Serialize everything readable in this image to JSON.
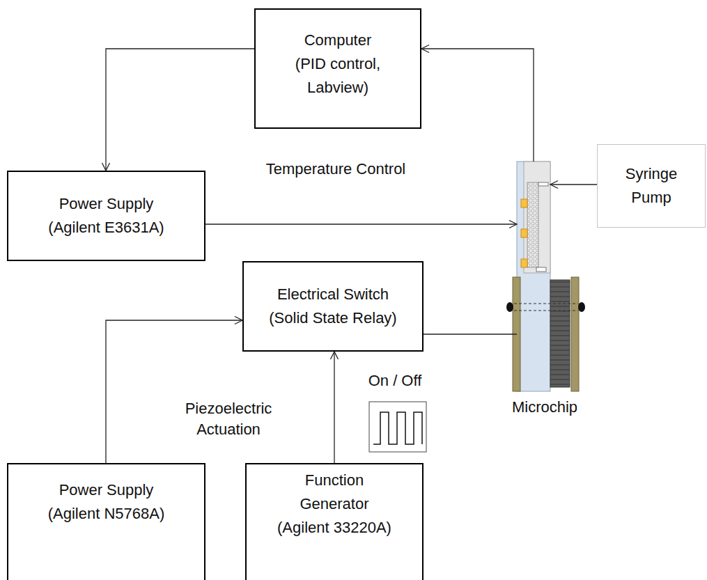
{
  "diagram": {
    "nodes": [
      {
        "text": [
          "Computer (PID control, Labview)"
        ]
      },
      {
        "text": [
          "Power Supply (Agilent E3631A)"
        ]
      },
      {
        "text": [
          "Syringe Pump"
        ]
      },
      {
        "text": [
          "Electrical Switch (Solid State Relay)"
        ]
      },
      {
        "text": [
          "Microchip"
        ]
      },
      {
        "text": [
          "Power Supply (Agilent N5768A)"
        ]
      },
      {
        "text": [
          "Function Generator (Agilent 33220A)"
        ]
      }
    ],
    "edges": [
      {
        "from": 0,
        "to": 1,
        "arrow": "to"
      },
      {
        "from": 4,
        "to": 0,
        "arrow": "to"
      },
      {
        "from": 1,
        "to": 4,
        "arrow": "to"
      },
      {
        "from": 2,
        "to": 4,
        "arrow": "to"
      },
      {
        "from": 5,
        "to": 3,
        "arrow": "to"
      },
      {
        "from": 6,
        "to": 3,
        "label": "On / Off",
        "arrow": "to"
      },
      {
        "from": 3,
        "to": 4,
        "arrow": "none"
      }
    ],
    "labels": [
      "Temperature Control",
      "Piezoelectric Actuation"
    ]
  }
}
